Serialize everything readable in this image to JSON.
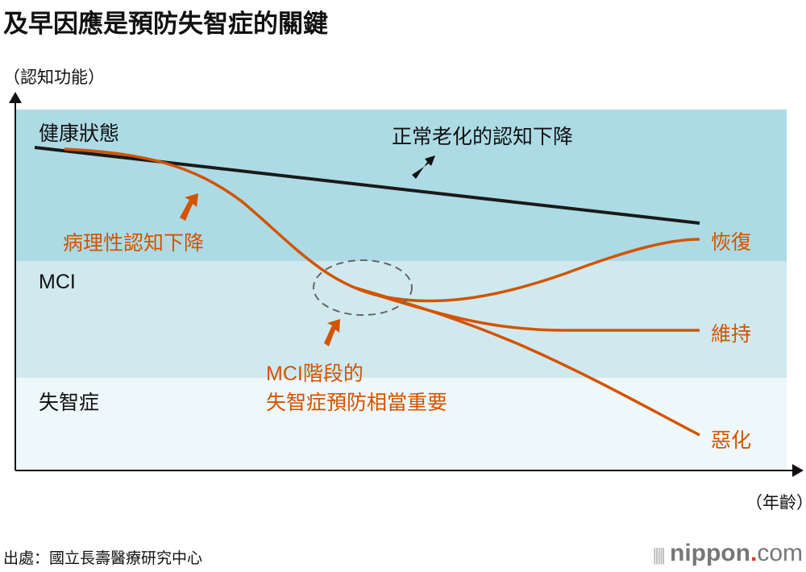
{
  "title": "及早因應是預防失智症的關鍵",
  "y_axis_label": "（認知功能）",
  "x_axis_label": "（年齡）",
  "zones": {
    "healthy": "健康狀態",
    "mci": "MCI",
    "dementia": "失智症"
  },
  "annotations": {
    "normal_decline": "正常老化的認知下降",
    "pathological_decline": "病理性認知下降",
    "mci_note_line1": "MCI階段的",
    "mci_note_line2": "失智症預防相當重要"
  },
  "outcomes": {
    "recover": "恢復",
    "maintain": "維持",
    "worsen": "惡化"
  },
  "source": "出處：國立長壽醫療研究中心",
  "logo": {
    "name": "nippon",
    ".": ".",
    "suffix": "com"
  },
  "colors": {
    "orange": "#d35400",
    "healthy_band": "#acdbe5",
    "mci_band": "#d0e9ef",
    "dementia_band": "#eef7f9",
    "black": "#1a1a1a"
  }
}
